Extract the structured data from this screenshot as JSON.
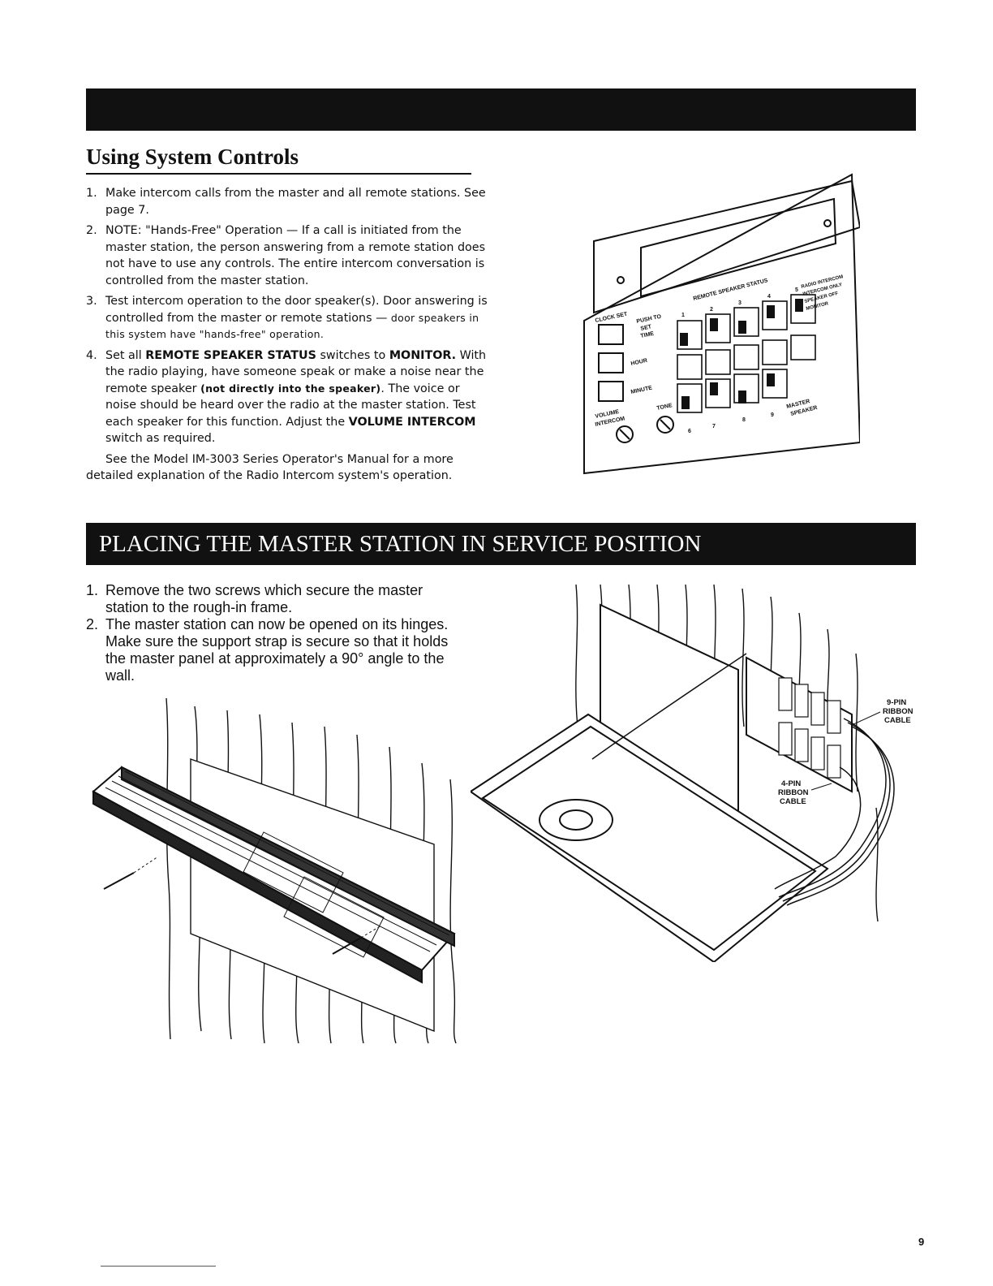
{
  "section": {
    "title": "Using System Controls",
    "steps": [
      {
        "num": "1.",
        "text": "Make intercom calls from the master and all remote stations. See page 7."
      },
      {
        "num": "2.",
        "text": "NOTE: \"Hands-Free\" Operation — If a call is initiated from the master station, the person answering from a remote station does not have to use any controls. The entire intercom conversation is controlled from the master station."
      },
      {
        "num": "3.",
        "text_a": "Test intercom operation to the door speaker(s). Door answering is controlled from the master or remote stations — ",
        "text_b": "door speakers in this system have \"hands-free\" operation."
      },
      {
        "num": "4.",
        "p1": "Set all ",
        "b1": "REMOTE SPEAKER STATUS",
        "p2": " switches to ",
        "b2": "MONITOR.",
        "p3": " With the radio playing, have someone speak or make a noise near the remote speaker ",
        "b3": "(not directly into the speaker)",
        "p4": ". The voice or noise should be heard over the radio at the master station. Test each speaker for this function. Adjust the ",
        "b4": "VOLUME INTERCOM",
        "p5": " switch as required."
      }
    ],
    "see_note": "See the Model IM-3003 Series Operator's Manual for a more detailed explanation of the Radio Intercom system's operation."
  },
  "panel_figure": {
    "labels": {
      "clock_set": "CLOCK SET",
      "push_to": "PUSH TO",
      "set": "SET",
      "time": "TIME",
      "hour": "HOUR",
      "minute": "MINUTE",
      "volume": "VOLUME",
      "intercom": "INTERCOM",
      "tone": "TONE",
      "remote_speaker_status": "REMOTE SPEAKER STATUS",
      "radio_intercom": "RADIO INTERCOM",
      "intercom_only": "INTERCOM ONLY",
      "speaker_off": "SPEAKER OFF",
      "monitor": "MONITOR",
      "master": "MASTER",
      "speaker": "SPEAKER",
      "nums_top": [
        "1",
        "2",
        "3",
        "4",
        "5"
      ],
      "nums_bottom": [
        "6",
        "7",
        "8",
        "9"
      ]
    }
  },
  "section2": {
    "title": "PLACING THE MASTER STATION IN SERVICE POSITION",
    "steps": [
      {
        "num": "1.",
        "text": "Remove the two screws which secure the master station to the rough-in frame."
      },
      {
        "num": "2.",
        "text": "The master station can now be opened on its hinges. Make sure the support strap is secure so that it holds the master panel at approximately a 90° angle to the wall."
      }
    ]
  },
  "open_figure": {
    "label_9pin": [
      "9-PIN",
      "RIBBON",
      "CABLE"
    ],
    "label_4pin": [
      "4-PIN",
      "RIBBON",
      "CABLE"
    ]
  },
  "page_number": "9"
}
